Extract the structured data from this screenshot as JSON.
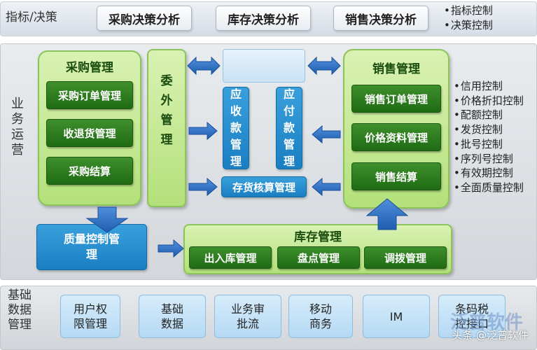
{
  "top_row": {
    "label": "指标/决策",
    "boxes": [
      "采购决策分析",
      "库存决策分析",
      "销售决策分析"
    ],
    "side": [
      "指标控制",
      "决策控制"
    ]
  },
  "mid_row": {
    "label": "业务运营",
    "purchase": {
      "title": "采购管理",
      "items": [
        "采购订单管理",
        "收退货管理",
        "采购结算"
      ]
    },
    "outsourcing": "委外管理",
    "receivable": "应收款管理",
    "payable": "应付款管理",
    "inventory_costing": "存货核算管理",
    "sales": {
      "title": "销售管理",
      "items": [
        "销售订单管理",
        "价格资料管理",
        "销售结算"
      ]
    },
    "sales_controls": [
      "信用控制",
      "价格折扣控制",
      "配额控制",
      "发货控制",
      "批号控制",
      "序列号控制",
      "有效期控制",
      "全面质量控制"
    ],
    "quality": "质量控制管理",
    "warehouse": {
      "title": "库存管理",
      "items": [
        "出入库管理",
        "盘点管理",
        "调拨管理"
      ]
    }
  },
  "bottom_row": {
    "label": "基础数据管理",
    "boxes": [
      "用户权限管理",
      "基础数据",
      "业务审批流",
      "移动商务",
      "IM",
      "条码税控接口"
    ]
  },
  "watermark": {
    "logo": "泛普软件",
    "text": "头条 @泛普软件"
  },
  "colors": {
    "green_dark": "#2a7a1c",
    "green_light": "#c5e89a",
    "blue": "#1a7fc2",
    "arrow_blue": "#2a6fc0"
  }
}
